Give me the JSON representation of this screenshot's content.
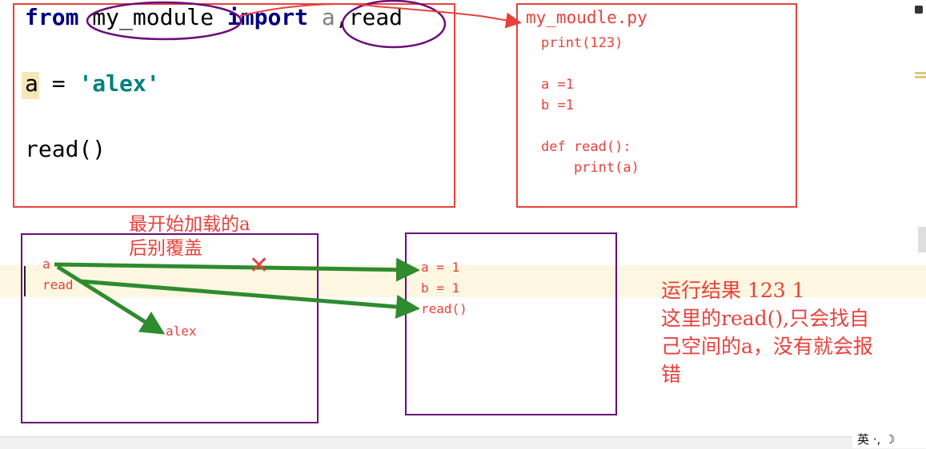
{
  "editor_code": {
    "import_from": "from",
    "module_name": "my_module",
    "import_kw": "import",
    "import_name_a": "a",
    "import_sep": ",",
    "import_name_read": "read",
    "assign_var": "a",
    "assign_op": " = ",
    "assign_value": "'alex'",
    "call_line": "read()"
  },
  "module_file": {
    "filename": "my_moudle.py",
    "lines": [
      "print(123)",
      "",
      "a =1",
      "b =1",
      "",
      "def read():",
      "    print(a)"
    ]
  },
  "annotations": {
    "loaded_note_line1": "最开始加载的a",
    "loaded_note_line2": "后别覆盖",
    "cross_mark": "✕",
    "result_lines": [
      "运行结果 123 1",
      "这里的read(),只会找自",
      "己空间的a，没有就会报",
      "错"
    ]
  },
  "diagram_local": {
    "items": [
      "a",
      "read",
      "alex"
    ]
  },
  "diagram_module": {
    "items": [
      "a = 1",
      "b = 1",
      "read()"
    ]
  },
  "status": {
    "ime_text": "英 ·, ☽"
  },
  "colors": {
    "red": "#e8413b",
    "purple": "#6b0d7a",
    "green": "#2e8b2e",
    "keyword": "#000080",
    "string": "#008080"
  }
}
